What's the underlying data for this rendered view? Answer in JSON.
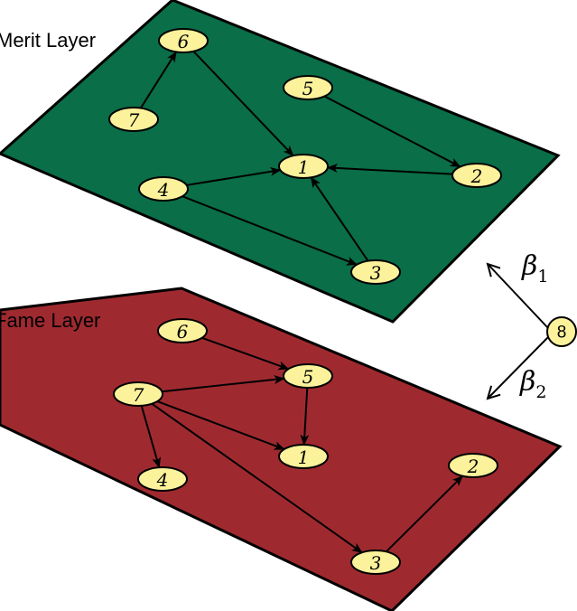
{
  "colors": {
    "merit_plane": "#0a6e48",
    "fame_plane": "#9e2a30",
    "node_fill": "#fbf29b",
    "outline": "#000000"
  },
  "layers": [
    {
      "id": "merit",
      "label": "Merit Layer",
      "nodes": [
        {
          "id": "1",
          "label": "1"
        },
        {
          "id": "2",
          "label": "2"
        },
        {
          "id": "3",
          "label": "3"
        },
        {
          "id": "4",
          "label": "4"
        },
        {
          "id": "5",
          "label": "5"
        },
        {
          "id": "6",
          "label": "6"
        },
        {
          "id": "7",
          "label": "7"
        }
      ],
      "edges": [
        {
          "from": "7",
          "to": "6"
        },
        {
          "from": "6",
          "to": "1"
        },
        {
          "from": "4",
          "to": "1"
        },
        {
          "from": "4",
          "to": "3"
        },
        {
          "from": "3",
          "to": "1"
        },
        {
          "from": "5",
          "to": "2"
        },
        {
          "from": "2",
          "to": "1"
        }
      ]
    },
    {
      "id": "fame",
      "label": "Fame Layer",
      "nodes": [
        {
          "id": "1",
          "label": "1"
        },
        {
          "id": "2",
          "label": "2"
        },
        {
          "id": "3",
          "label": "3"
        },
        {
          "id": "4",
          "label": "4"
        },
        {
          "id": "5",
          "label": "5"
        },
        {
          "id": "6",
          "label": "6"
        },
        {
          "id": "7",
          "label": "7"
        }
      ],
      "edges": [
        {
          "from": "6",
          "to": "5"
        },
        {
          "from": "7",
          "to": "5"
        },
        {
          "from": "5",
          "to": "1"
        },
        {
          "from": "7",
          "to": "1"
        },
        {
          "from": "7",
          "to": "4"
        },
        {
          "from": "7",
          "to": "3"
        },
        {
          "from": "3",
          "to": "2"
        }
      ]
    }
  ],
  "external_node": {
    "label": "8",
    "beta_merit": {
      "symbol": "β",
      "subscript": "1"
    },
    "beta_fame": {
      "symbol": "β",
      "subscript": "2"
    }
  }
}
